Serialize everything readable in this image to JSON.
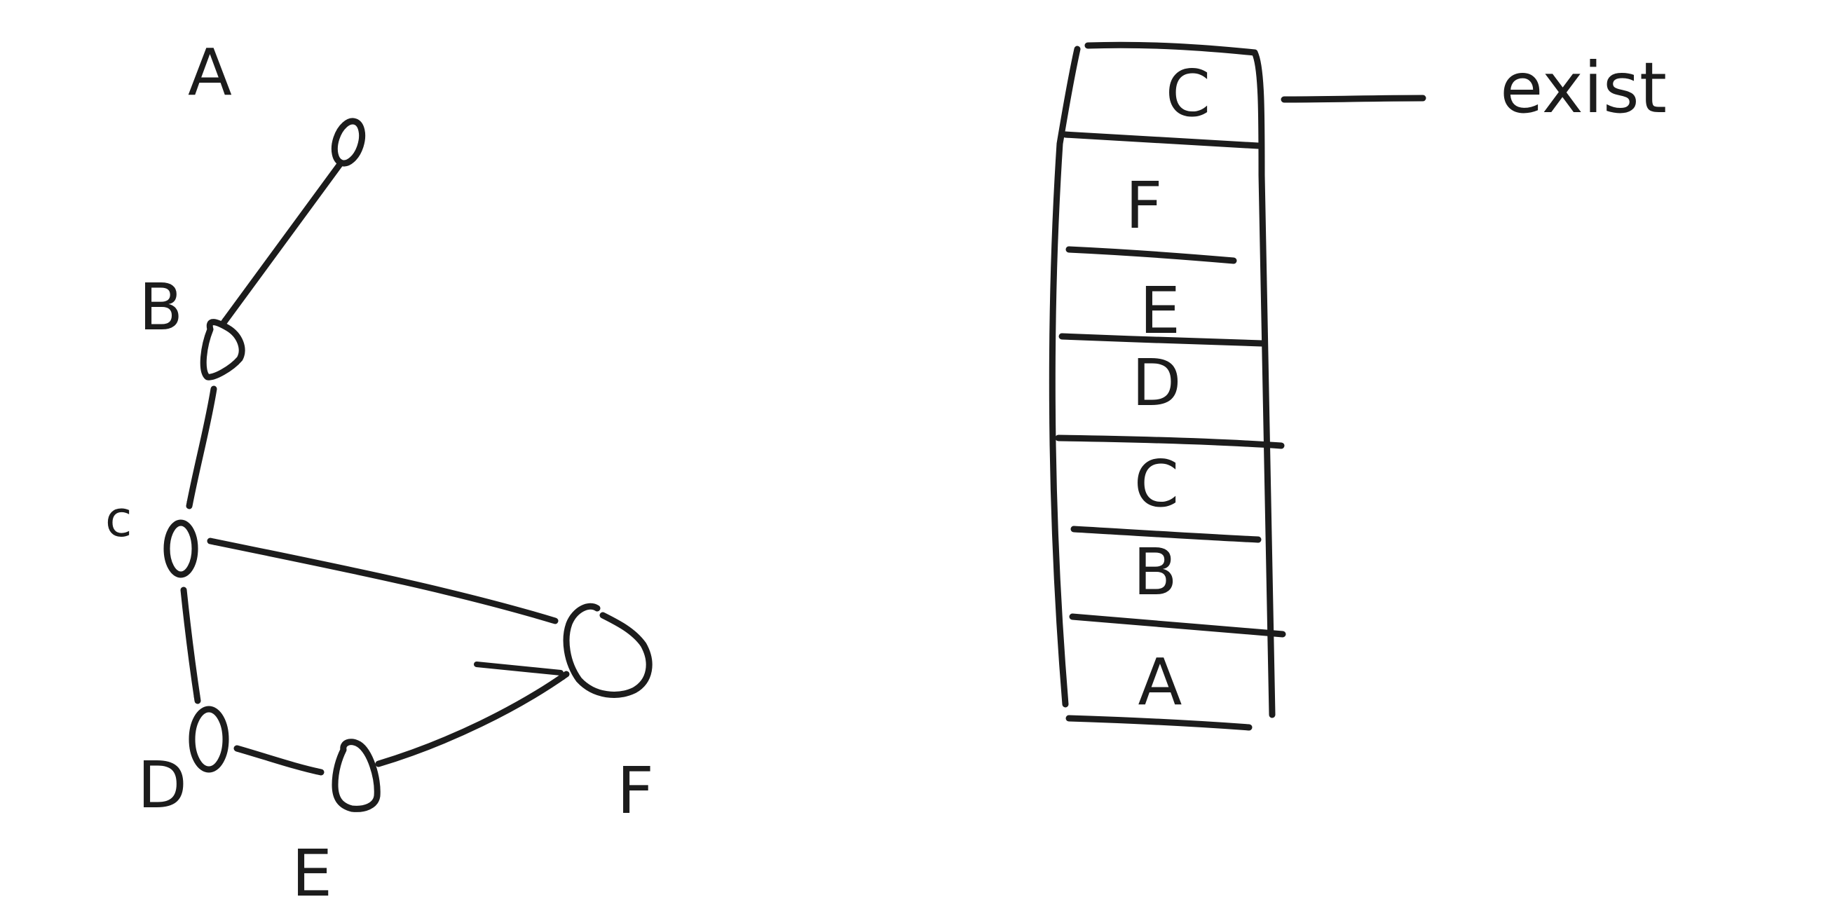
{
  "graph": {
    "nodes": [
      {
        "id": "A",
        "label": "A"
      },
      {
        "id": "B",
        "label": "B"
      },
      {
        "id": "C",
        "label": "c"
      },
      {
        "id": "D",
        "label": "D"
      },
      {
        "id": "E",
        "label": "E"
      },
      {
        "id": "F",
        "label": "F"
      }
    ],
    "edges": [
      {
        "from": "A",
        "to": "B"
      },
      {
        "from": "B",
        "to": "C"
      },
      {
        "from": "C",
        "to": "D"
      },
      {
        "from": "D",
        "to": "E"
      },
      {
        "from": "E",
        "to": "F"
      },
      {
        "from": "F",
        "to": "C"
      }
    ]
  },
  "stack": {
    "cells_top_to_bottom": [
      "C",
      "F",
      "E",
      "D",
      "C",
      "B",
      "A"
    ],
    "pointer_label": "exist"
  },
  "colors": {
    "ink": "#1c1c1c",
    "background": "#ffffff"
  }
}
